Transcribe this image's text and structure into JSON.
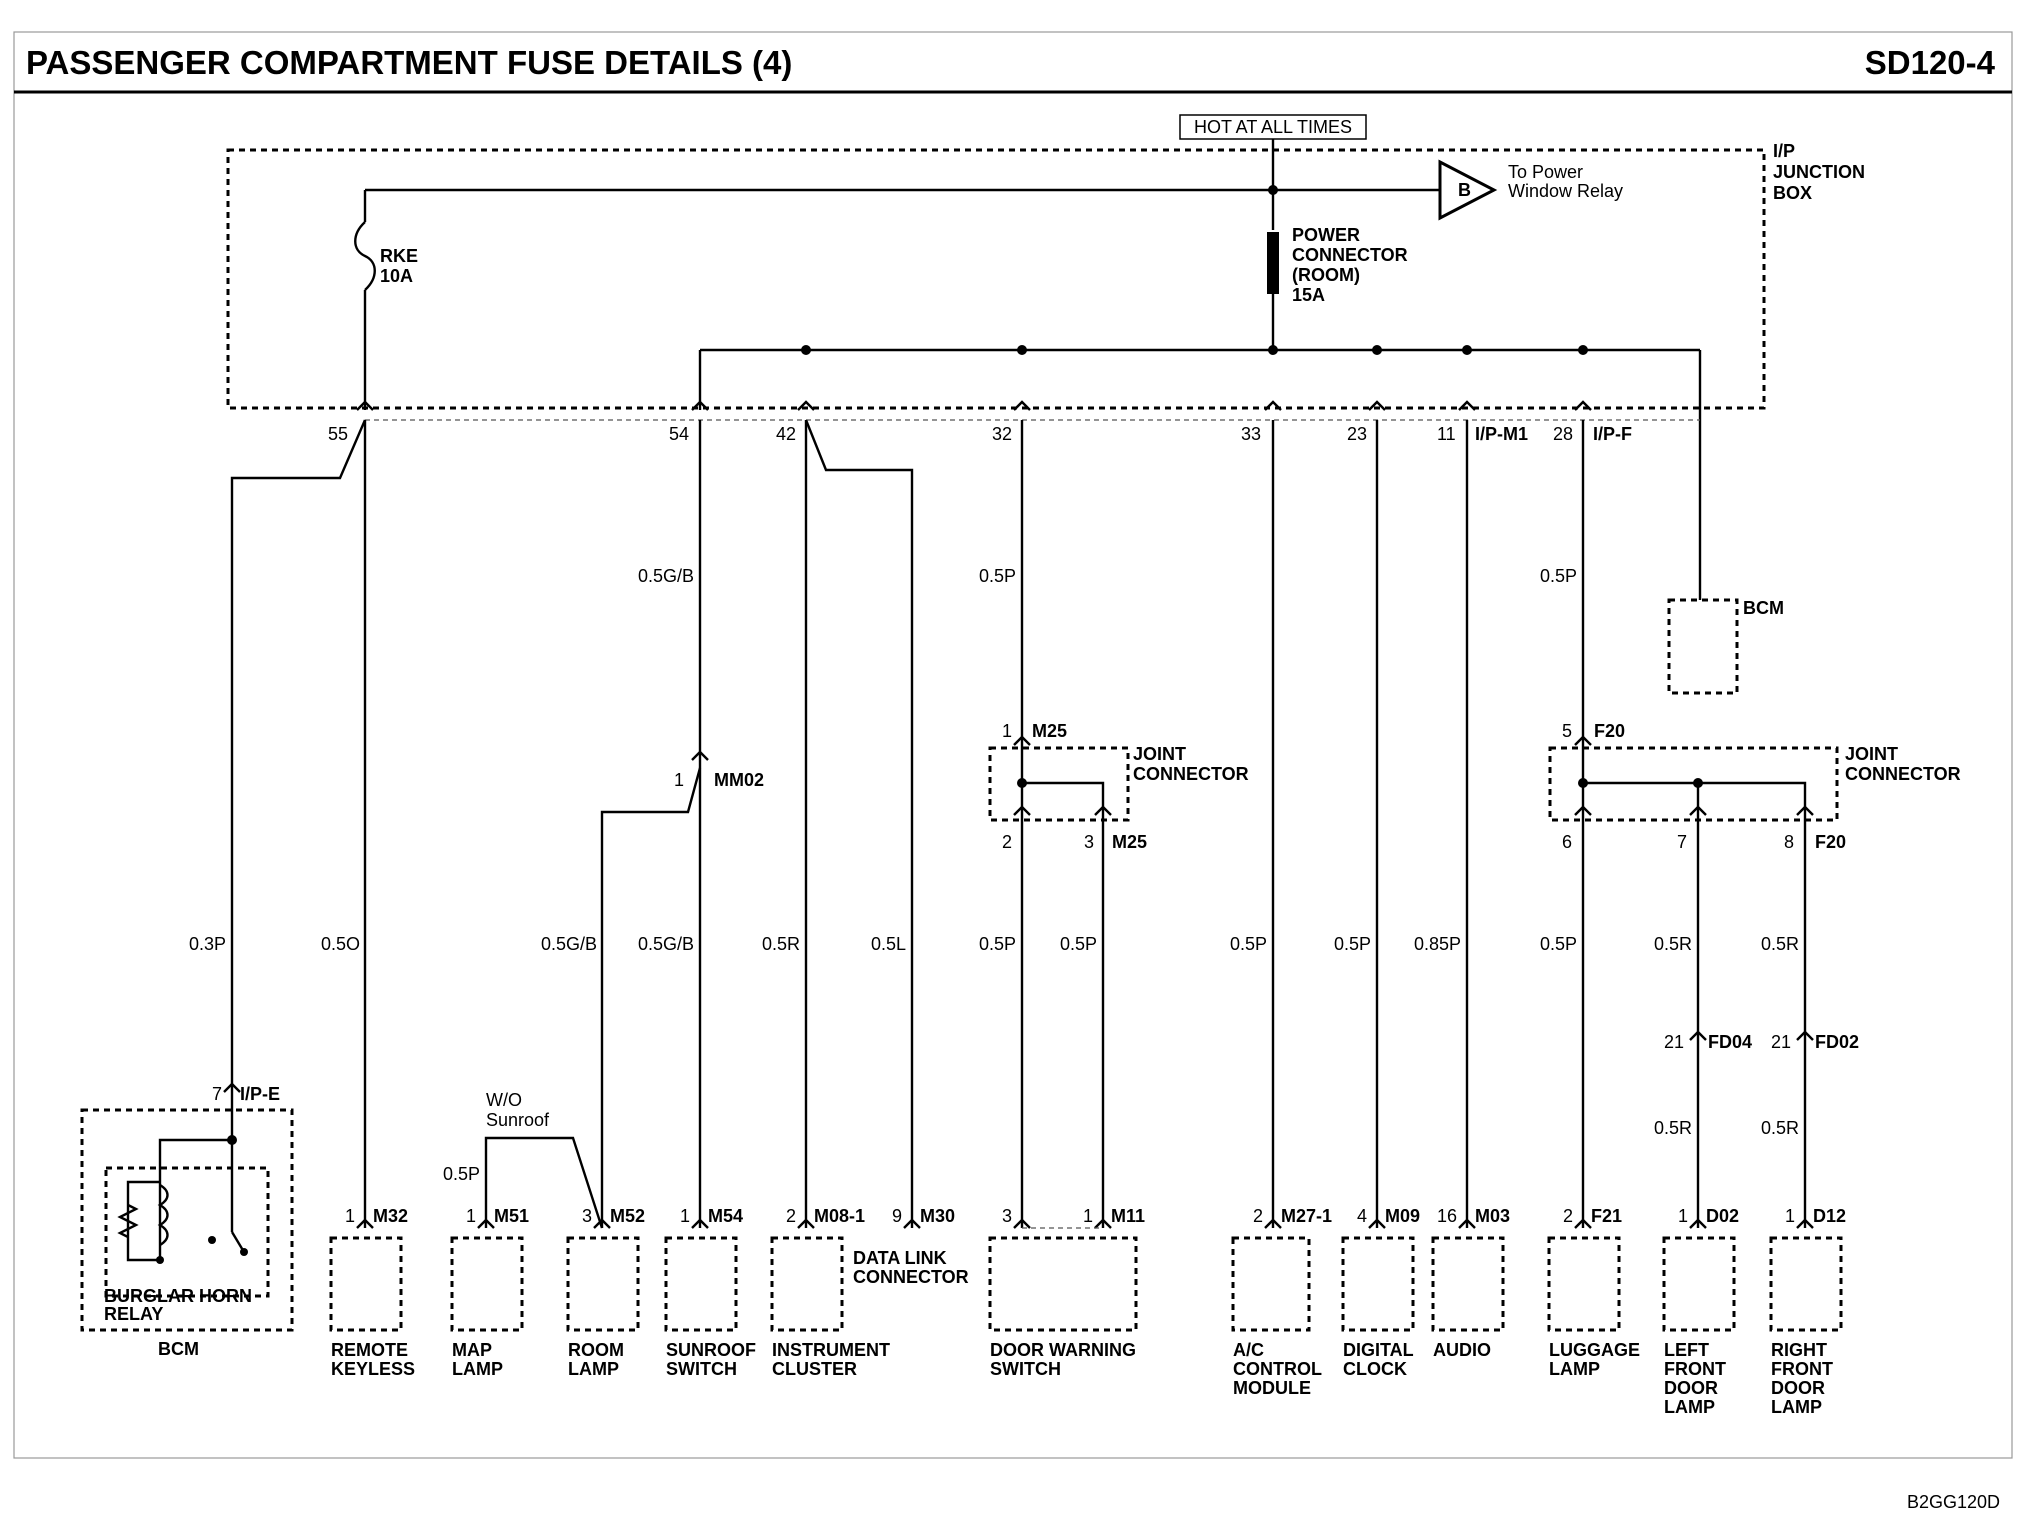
{
  "header": {
    "title": "PASSENGER COMPARTMENT FUSE DETAILS (4)",
    "code": "SD120-4"
  },
  "footer_code": "B2GG120D",
  "power": {
    "hot_label": "HOT AT ALL TIMES",
    "junction_box": [
      "I/P",
      "JUNCTION",
      "BOX"
    ],
    "to_relay": [
      "To Power",
      "Window Relay"
    ],
    "to_relay_tag": "B",
    "rke_fuse": [
      "RKE",
      "10A"
    ],
    "power_connector": [
      "POWER",
      "CONNECTOR",
      "(ROOM)",
      "15A"
    ]
  },
  "pins": {
    "p55": "55",
    "p54": "54",
    "p42": "42",
    "p32": "32",
    "p33": "33",
    "p23": "23",
    "p11": "11",
    "p11_conn": "I/P-M1",
    "p28": "28",
    "p28_conn": "I/P-F"
  },
  "wires": {
    "w_bcm": "0.3P",
    "w_keyless": "0.5O",
    "w_map": "0.5P",
    "w_room": "0.5G/B",
    "w_54_top": "0.5G/B",
    "w_sunroof": "0.5G/B",
    "w_cluster": "0.5R",
    "w_dlc": "0.5L",
    "w_32_top": "0.5P",
    "w_dw2": "0.5P",
    "w_dw3": "0.5P",
    "w_ac": "0.5P",
    "w_clock": "0.5P",
    "w_audio": "0.85P",
    "w_28_top": "0.5P",
    "w_luggage": "0.5P",
    "w_lfront_a": "0.5R",
    "w_rfront_a": "0.5R",
    "w_lfront_b": "0.5R",
    "w_rfront_b": "0.5R"
  },
  "connectors": {
    "ipe_pin": "7",
    "ipe": "I/P-E",
    "mm02_pin": "1",
    "mm02": "MM02",
    "m25_in_pin": "1",
    "m25": "M25",
    "m25_out1": "2",
    "m25_out2": "3",
    "f20_in_pin": "5",
    "f20": "F20",
    "f20_out1": "6",
    "f20_out2": "7",
    "f20_out3": "8",
    "fd04_pin": "21",
    "fd04": "FD04",
    "fd02_pin": "21",
    "fd02": "FD02",
    "wo_sunroof": [
      "W/O",
      "Sunroof"
    ]
  },
  "joint_connector": [
    "JOINT",
    "CONNECTOR"
  ],
  "bcm_upper": "BCM",
  "components": [
    {
      "pin": "1",
      "conn": "M32",
      "name": [
        "REMOTE",
        "KEYLESS"
      ]
    },
    {
      "pin": "1",
      "conn": "M51",
      "name": [
        "MAP",
        "LAMP"
      ]
    },
    {
      "pin": "3",
      "conn": "M52",
      "name": [
        "ROOM",
        "LAMP"
      ]
    },
    {
      "pin": "1",
      "conn": "M54",
      "name": [
        "SUNROOF",
        "SWITCH"
      ]
    },
    {
      "pin": "2",
      "conn": "M08-1",
      "name": [
        "INSTRUMENT",
        "CLUSTER"
      ]
    },
    {
      "pin": "9",
      "conn": "M30",
      "name": [
        "DATA LINK",
        "CONNECTOR"
      ]
    },
    {
      "pin": "3",
      "pin2": "1",
      "conn": "M11",
      "name": [
        "DOOR WARNING",
        "SWITCH"
      ]
    },
    {
      "pin": "2",
      "conn": "M27-1",
      "name": [
        "A/C",
        "CONTROL",
        "MODULE"
      ]
    },
    {
      "pin": "4",
      "conn": "M09",
      "name": [
        "DIGITAL",
        "CLOCK"
      ]
    },
    {
      "pin": "16",
      "conn": "M03",
      "name": [
        "AUDIO"
      ]
    },
    {
      "pin": "2",
      "conn": "F21",
      "name": [
        "LUGGAGE",
        "LAMP"
      ]
    },
    {
      "pin": "1",
      "conn": "D02",
      "name": [
        "LEFT",
        "FRONT",
        "DOOR",
        "LAMP"
      ]
    },
    {
      "pin": "1",
      "conn": "D12",
      "name": [
        "RIGHT",
        "FRONT",
        "DOOR",
        "LAMP"
      ]
    }
  ],
  "bcm_relay": {
    "label": [
      "BURGLAR HORN",
      "RELAY"
    ],
    "module": "BCM"
  }
}
